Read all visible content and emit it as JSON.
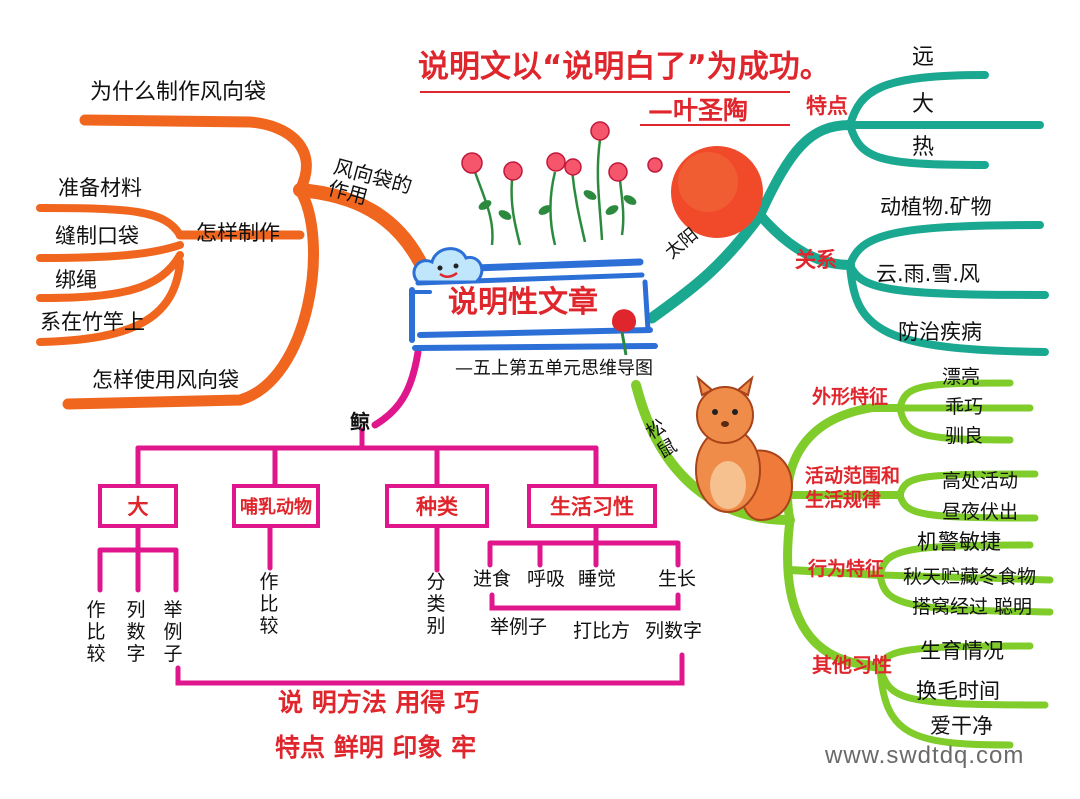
{
  "quote": {
    "text": "说明文以“说明白了”为成功。",
    "author": "—叶圣陶"
  },
  "center": {
    "title": "说明性文章",
    "subtitle": "—五上第五单元思维导图"
  },
  "windsock": {
    "label": "风向袋的作用",
    "why": "为什么制作风向袋",
    "how_make": "怎样制作",
    "steps": [
      "准备材料",
      "缝制口袋",
      "绑绳",
      "系在竹竿上"
    ],
    "how_use": "怎样使用风向袋"
  },
  "sun": {
    "label": "太阳",
    "features_label": "特点",
    "features": [
      "远",
      "大",
      "热"
    ],
    "relations_label": "关系",
    "relations": [
      "动植物.矿物",
      "云.雨.雪.风",
      "防治疾病"
    ]
  },
  "whale": {
    "label": "鲸",
    "boxes": [
      "大",
      "哺乳动物",
      "种类",
      "生活习性"
    ],
    "big_methods": [
      "作比较",
      "列数字",
      "举例子"
    ],
    "mammal_method": "作比较",
    "kind_method": "分类别",
    "habits": [
      "进食",
      "呼吸",
      "睡觉",
      "生长"
    ],
    "habit_methods": [
      "举例子",
      "打比方",
      "列数字"
    ],
    "summary": [
      "说 明方法 用得 巧",
      "特点 鲜明 印象 牢"
    ]
  },
  "squirrel": {
    "label": "松鼠",
    "groups": [
      {
        "name": "外形特征",
        "items": [
          "漂亮",
          "乖巧",
          "驯良"
        ]
      },
      {
        "name": "活动范围和生活规律",
        "items": [
          "高处活动",
          "昼夜伏出"
        ]
      },
      {
        "name": "行为特征",
        "items": [
          "机警敏捷",
          "秋天贮藏冬食物",
          "搭窝经过 聪明"
        ]
      },
      {
        "name": "其他习性",
        "items": [
          "生育情况",
          "换毛时间",
          "爱干净"
        ]
      }
    ]
  },
  "watermark": "www.swdtdq.com",
  "colors": {
    "orange": "#f0661e",
    "teal": "#1aa890",
    "magenta": "#e0168c",
    "green": "#7fcc2a",
    "red": "#e0262d",
    "blue": "#2c6fd6"
  }
}
